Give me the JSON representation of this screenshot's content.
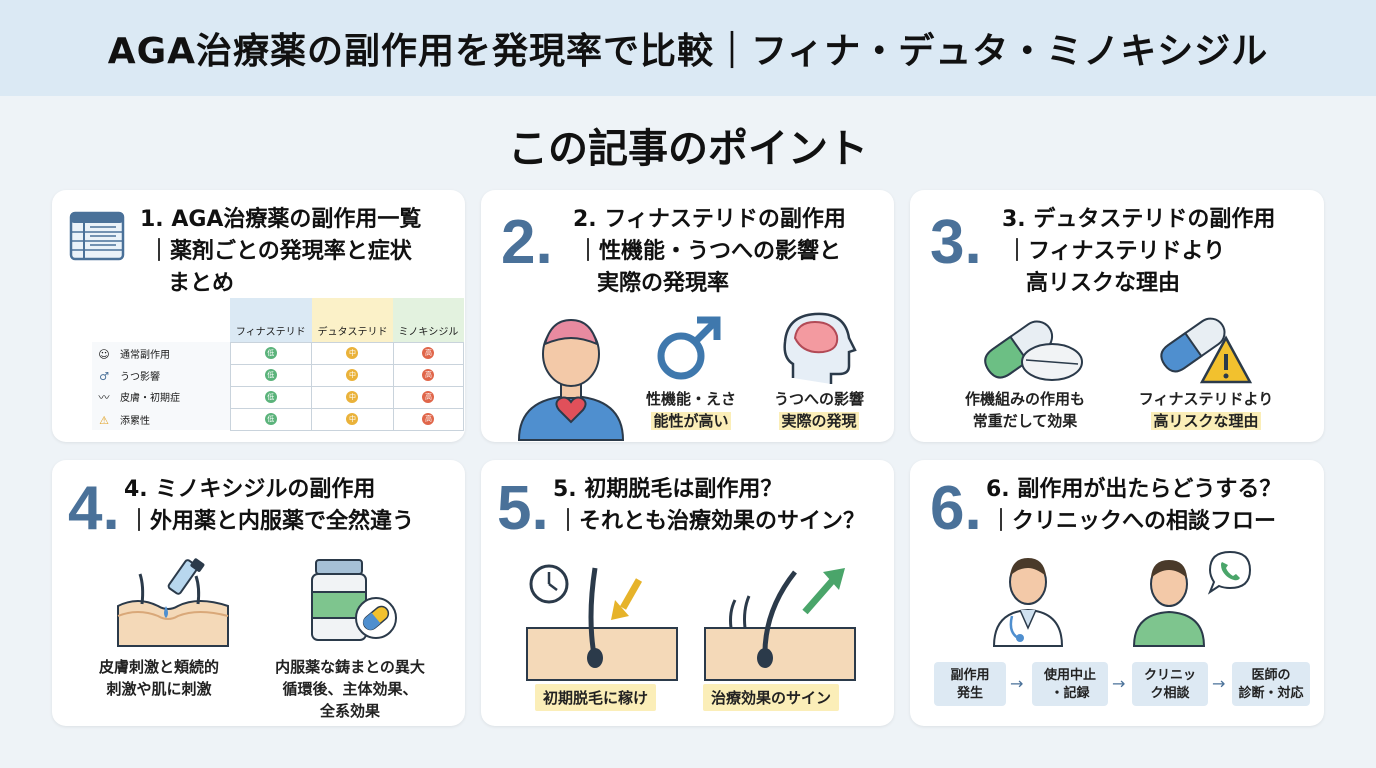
{
  "header": {
    "title": "AGA治療薬の副作用を発現率で比較｜フィナ・デュタ・ミノキシジル"
  },
  "subtitle": "この記事のポイント",
  "cards": [
    {
      "number": "1.",
      "title_lines": [
        "1. AGA治療薬の副作用一覧",
        "｜薬剤ごとの発現率と症状",
        "まとめ"
      ],
      "table": {
        "columns": [
          "フィナステリド",
          "デュタステリド",
          "ミノキシジル"
        ],
        "rows": [
          {
            "label": "通常副作用",
            "icon": "face-icon",
            "values": [
              "低",
              "中",
              "高"
            ]
          },
          {
            "label": "うつ影響",
            "icon": "male-symbol-icon",
            "values": [
              "低",
              "中",
              "高"
            ]
          },
          {
            "label": "皮膚・初期症",
            "icon": "hair-icon",
            "values": [
              "低",
              "中",
              "高"
            ]
          },
          {
            "label": "添累性",
            "icon": "warning-icon",
            "values": [
              "低",
              "中",
              "高"
            ]
          }
        ]
      }
    },
    {
      "number": "2.",
      "title_lines": [
        "2. フィナステリドの副作用",
        "｜性機能・うつへの影響と",
        "実際の発現率"
      ],
      "caption_a": [
        "性機能・えさ",
        "能性が高い"
      ],
      "caption_b": [
        "うつへの影響",
        "実際の発現"
      ]
    },
    {
      "number": "3.",
      "title_lines": [
        "3. デュタステリドの副作用",
        "｜フィナステリドより",
        "高リスクな理由"
      ],
      "caption_a": [
        "作機組みの作用も",
        "常重だして効果"
      ],
      "caption_b": [
        "フィナステリドより",
        "高リスクな理由"
      ]
    },
    {
      "number": "4.",
      "title_lines": [
        "4. ミノキシジルの副作用",
        "｜外用薬と内服薬で全然違う"
      ],
      "caption_a": [
        "皮膚刺激と頬続的",
        "刺激や肌に刺激"
      ],
      "caption_b": [
        "内服薬な鋳まとの異大",
        "循環後、主体効果、",
        "全系効果"
      ]
    },
    {
      "number": "5.",
      "title_lines": [
        "5. 初期脱毛は副作用？",
        "｜それとも治療効果のサイン？"
      ],
      "tag_a": "初期脱毛に稼け",
      "tag_b": "治療効果のサイン"
    },
    {
      "number": "6.",
      "title_lines": [
        "6. 副作用が出たらどうする？",
        "｜クリニックへの相談フロー"
      ],
      "flow": [
        [
          "副作用",
          "発生"
        ],
        [
          "使用中止",
          "・記録"
        ],
        [
          "クリニッ",
          "ク相談"
        ],
        [
          "医師の",
          "診断・対応"
        ]
      ]
    }
  ],
  "colors": {
    "header_bg": "#dbe9f4",
    "number": "#4a7199",
    "highlight": "#fbeeb8",
    "low": "#5bb37b",
    "mid": "#eab23a",
    "high": "#e0664a"
  }
}
